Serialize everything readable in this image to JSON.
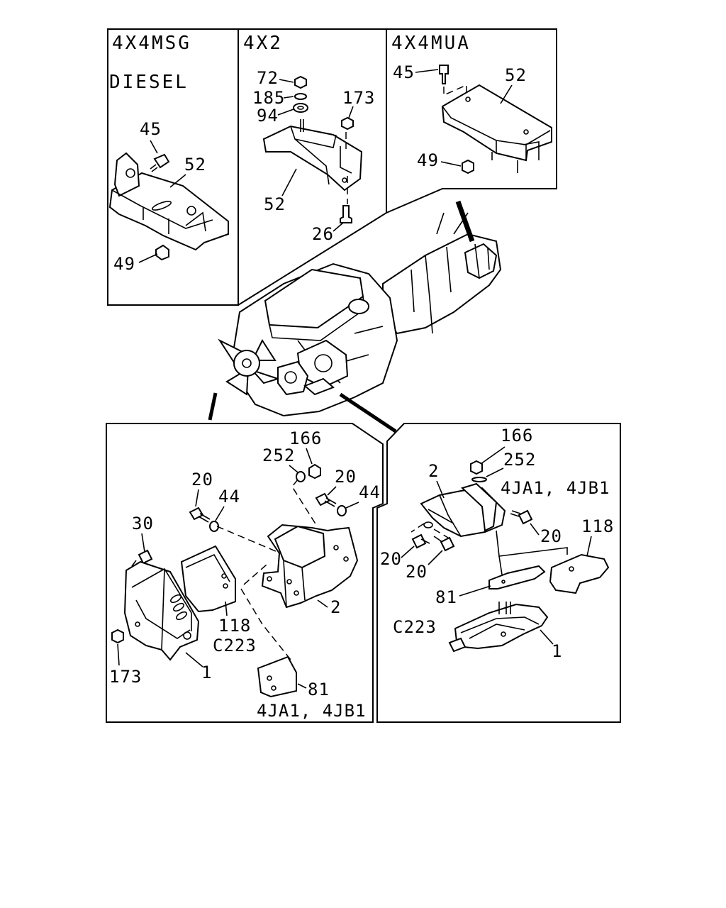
{
  "panels": {
    "top_left": {
      "header": "4X4MSG",
      "subheader": "DIESEL",
      "callouts": {
        "c45": "45",
        "c52": "52",
        "c49": "49"
      }
    },
    "top_middle": {
      "header": "4X2",
      "callouts": {
        "c72": "72",
        "c185": "185",
        "c94": "94",
        "c173": "173",
        "c52": "52",
        "c26": "26"
      }
    },
    "top_right": {
      "header": "4X4MUA",
      "callouts": {
        "c45": "45",
        "c52": "52",
        "c49": "49"
      }
    },
    "bottom_left": {
      "callouts": {
        "c166": "166",
        "c252": "252",
        "c20a": "20",
        "c44a": "44",
        "c20b": "20",
        "c44b": "44",
        "c30": "30",
        "c118": "118",
        "c2": "2",
        "c173": "173",
        "c1": "1",
        "c81": "81"
      },
      "code": "C223",
      "engine_note": "4JA1, 4JB1"
    },
    "bottom_right": {
      "callouts": {
        "c166": "166",
        "c252": "252",
        "c2": "2",
        "c20a": "20",
        "c118": "118",
        "c20b": "20",
        "c20c": "20",
        "c81": "81",
        "c1": "1"
      },
      "code": "C223",
      "engine_note": "4JA1, 4JB1"
    }
  }
}
